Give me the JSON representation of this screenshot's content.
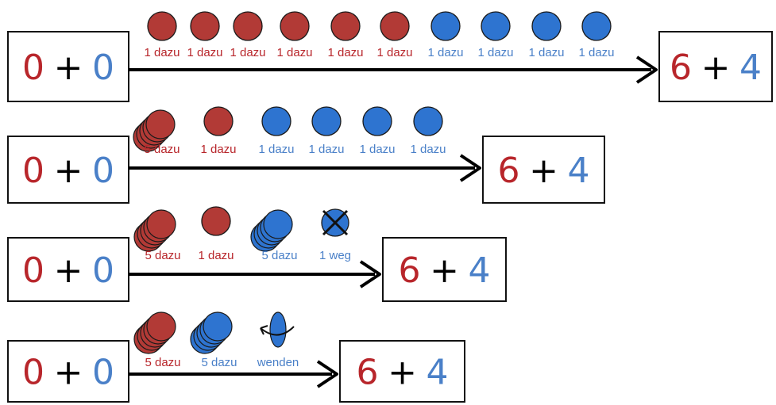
{
  "colors": {
    "red": "#b8262b",
    "red_fill": "#b23a36",
    "blue": "#4a80c8",
    "blue_fill": "#2e74d0",
    "ink": "#000000"
  },
  "rows": [
    {
      "start": {
        "a": "0",
        "op": "+",
        "b": "0"
      },
      "end": {
        "a": "6",
        "op": "+",
        "b": "4"
      },
      "steps": [
        {
          "kind": "red",
          "count": 1,
          "label": "1 dazu"
        },
        {
          "kind": "red",
          "count": 1,
          "label": "1 dazu"
        },
        {
          "kind": "red",
          "count": 1,
          "label": "1 dazu"
        },
        {
          "kind": "red",
          "count": 1,
          "label": "1 dazu"
        },
        {
          "kind": "red",
          "count": 1,
          "label": "1 dazu"
        },
        {
          "kind": "red",
          "count": 1,
          "label": "1 dazu"
        },
        {
          "kind": "blue",
          "count": 1,
          "label": "1 dazu"
        },
        {
          "kind": "blue",
          "count": 1,
          "label": "1 dazu"
        },
        {
          "kind": "blue",
          "count": 1,
          "label": "1 dazu"
        },
        {
          "kind": "blue",
          "count": 1,
          "label": "1 dazu"
        }
      ]
    },
    {
      "start": {
        "a": "0",
        "op": "+",
        "b": "0"
      },
      "end": {
        "a": "6",
        "op": "+",
        "b": "4"
      },
      "steps": [
        {
          "kind": "red",
          "count": 5,
          "label": "5 dazu"
        },
        {
          "kind": "red",
          "count": 1,
          "label": "1 dazu"
        },
        {
          "kind": "blue",
          "count": 1,
          "label": "1 dazu"
        },
        {
          "kind": "blue",
          "count": 1,
          "label": "1 dazu"
        },
        {
          "kind": "blue",
          "count": 1,
          "label": "1 dazu"
        },
        {
          "kind": "blue",
          "count": 1,
          "label": "1 dazu"
        }
      ]
    },
    {
      "start": {
        "a": "0",
        "op": "+",
        "b": "0"
      },
      "end": {
        "a": "6",
        "op": "+",
        "b": "4"
      },
      "steps": [
        {
          "kind": "red",
          "count": 5,
          "label": "5 dazu"
        },
        {
          "kind": "red",
          "count": 1,
          "label": "1 dazu"
        },
        {
          "kind": "blue",
          "count": 5,
          "label": "5 dazu"
        },
        {
          "kind": "remove",
          "count": 1,
          "label": "1 weg"
        }
      ]
    },
    {
      "start": {
        "a": "0",
        "op": "+",
        "b": "0"
      },
      "end": {
        "a": "6",
        "op": "+",
        "b": "4"
      },
      "steps": [
        {
          "kind": "red",
          "count": 5,
          "label": "5 dazu"
        },
        {
          "kind": "blue",
          "count": 5,
          "label": "5 dazu"
        },
        {
          "kind": "flip",
          "count": 1,
          "label": "wenden"
        }
      ]
    }
  ]
}
